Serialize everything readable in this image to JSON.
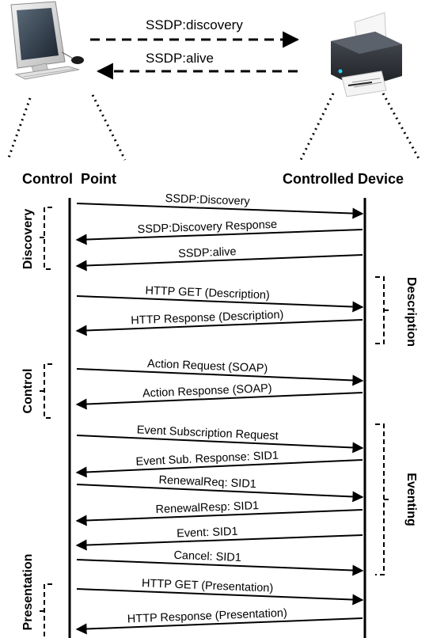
{
  "top": {
    "discovery_label": "SSDP:discovery",
    "alive_label": "SSDP:alive",
    "computer_icon": "desktop-computer-icon",
    "printer_icon": "printer-icon"
  },
  "headers": {
    "left": "Control  Point",
    "right": "Controlled Device"
  },
  "phases": {
    "discovery": "Discovery",
    "description": "Description",
    "control": "Control",
    "eventing": "Eventing",
    "presentation": "Presentation"
  },
  "messages": [
    {
      "label": "SSDP:Discovery",
      "direction": "right"
    },
    {
      "label": "SSDP:Discovery  Response",
      "direction": "left"
    },
    {
      "label": "SSDP:alive",
      "direction": "left"
    },
    {
      "label": "HTTP GET  (Description)",
      "direction": "right"
    },
    {
      "label": "HTTP Response  (Description)",
      "direction": "left"
    },
    {
      "label": "Action Request  (SOAP)",
      "direction": "right"
    },
    {
      "label": "Action Response  (SOAP)",
      "direction": "left"
    },
    {
      "label": "Event Subscription Request",
      "direction": "right"
    },
    {
      "label": "Event Sub.  Response: SID1",
      "direction": "left"
    },
    {
      "label": "RenewalReq: SID1",
      "direction": "right"
    },
    {
      "label": "RenewalResp: SID1",
      "direction": "left"
    },
    {
      "label": "Event:  SID1",
      "direction": "left"
    },
    {
      "label": "Cancel: SID1",
      "direction": "right"
    },
    {
      "label": "HTTP GET  (Presentation)",
      "direction": "right"
    },
    {
      "label": "HTTP Response (Presentation)",
      "direction": "left"
    }
  ]
}
